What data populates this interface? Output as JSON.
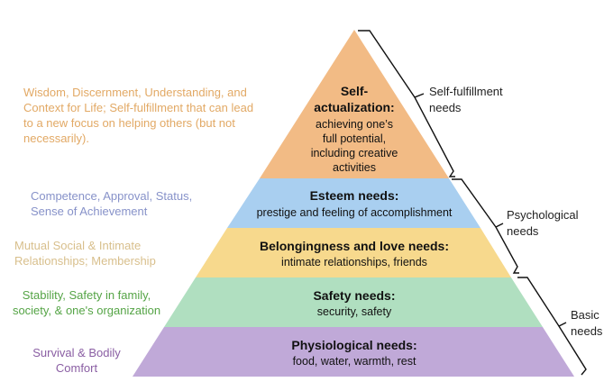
{
  "colors": {
    "self_actualization": "#f2bb85",
    "esteem": "#a9cff0",
    "belonging": "#f7d98d",
    "safety": "#b0dfc0",
    "physiological": "#c0a9d8"
  },
  "tiers": [
    {
      "title_lines": [
        "Self-",
        "actualization:"
      ],
      "desc_lines": [
        "achieving one’s",
        "full potential,",
        "including creative",
        "activities"
      ]
    },
    {
      "title": "Esteem needs:",
      "desc": "prestige and feeling of accomplishment"
    },
    {
      "title": "Belongingness and love needs:",
      "desc": "intimate relationships, friends"
    },
    {
      "title": "Safety needs:",
      "desc": "security, safety"
    },
    {
      "title": "Physiological needs:",
      "desc": "food, water, warmth, rest"
    }
  ],
  "left_notes": [
    {
      "lines": [
        "Wisdom, Discernment, Understanding, and",
        "Context for Life; Self-fulfillment that can lead",
        "to a new focus on helping others (but not",
        "necessarily)."
      ],
      "color": "#e2a965"
    },
    {
      "lines": [
        "Competence,  Approval, Status,",
        "Sense of Achievement"
      ],
      "color": "#8792c9"
    },
    {
      "lines": [
        "Mutual Social & Intimate",
        "Relationships; Membership"
      ],
      "color": "#d8bf8c"
    },
    {
      "lines": [
        "Stability, Safety in family,",
        "society, & one's organization"
      ],
      "color": "#55a446"
    },
    {
      "lines": [
        "Survival & Bodily",
        "Comfort"
      ],
      "color": "#8a5ea3"
    }
  ],
  "groups": [
    {
      "lines": [
        "Self-fulfillment",
        "needs"
      ]
    },
    {
      "lines": [
        "Psychological",
        "needs"
      ]
    },
    {
      "lines": [
        "Basic",
        "needs"
      ]
    }
  ]
}
